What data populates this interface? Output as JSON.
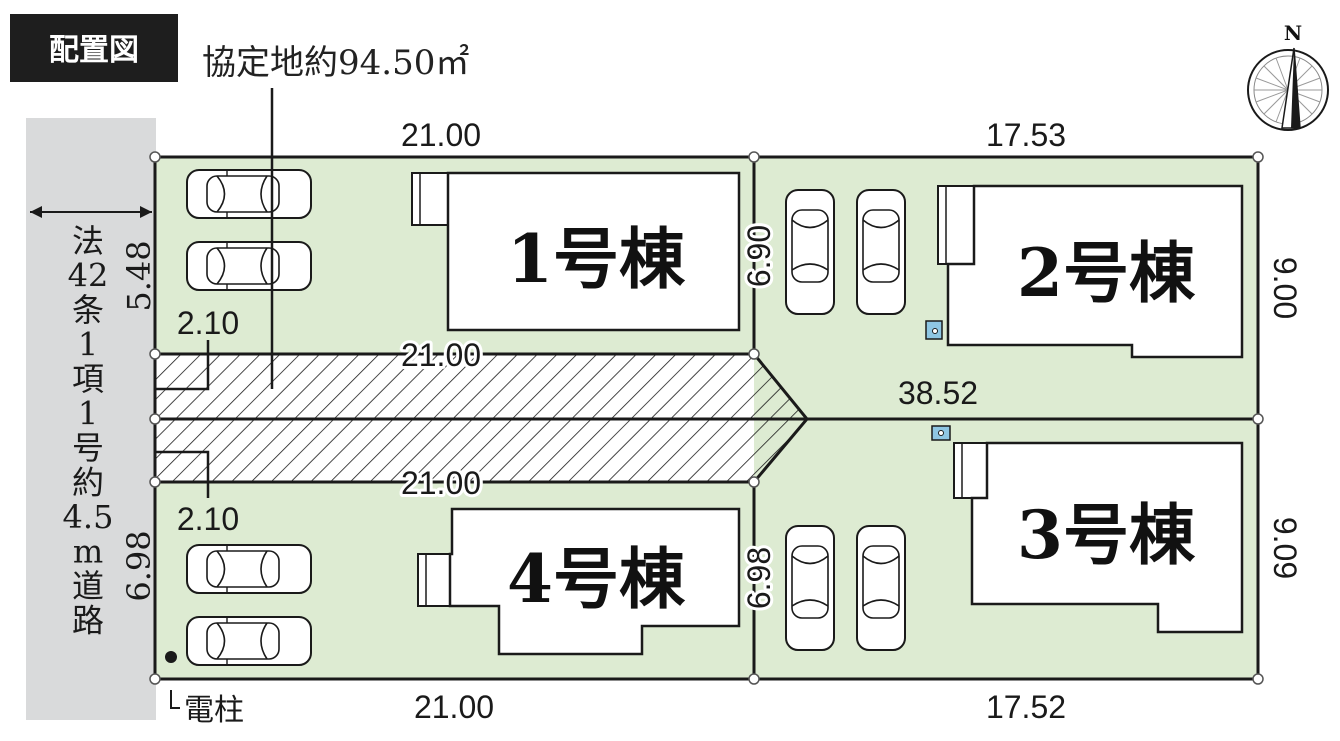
{
  "title": "配置図",
  "area_label": "協定地約94.50㎡",
  "compass": {
    "label": "N"
  },
  "road": {
    "label_chars": [
      "法",
      "42",
      "条",
      "1",
      "項",
      "1",
      "号",
      "約",
      "4.5",
      "m",
      "道",
      "路"
    ],
    "width_dim": "5.48",
    "lower_dim": "6.98"
  },
  "dimensions": {
    "top_left": "21.00",
    "top_right": "17.53",
    "bottom_left": "21.00",
    "bottom_right": "17.52",
    "right_upper": "9.00",
    "right_lower": "9.09",
    "mid_upper": "6.90",
    "mid_lower": "6.98",
    "center_line": "38.52",
    "passage_upper": "21.00",
    "passage_lower": "21.00",
    "passage_width_upper": "2.10",
    "passage_width_lower": "2.10"
  },
  "buildings": [
    {
      "id": "1",
      "label": "1号棟"
    },
    {
      "id": "2",
      "label": "2号棟"
    },
    {
      "id": "3",
      "label": "3号棟"
    },
    {
      "id": "4",
      "label": "4号棟"
    }
  ],
  "utility_pole_label": "電柱",
  "colors": {
    "lot": "#ddebd2",
    "road": "#d9dadb",
    "title_bg": "#1e1e1e",
    "outline": "#1a1a1a",
    "meter": "#8ec6e3"
  }
}
